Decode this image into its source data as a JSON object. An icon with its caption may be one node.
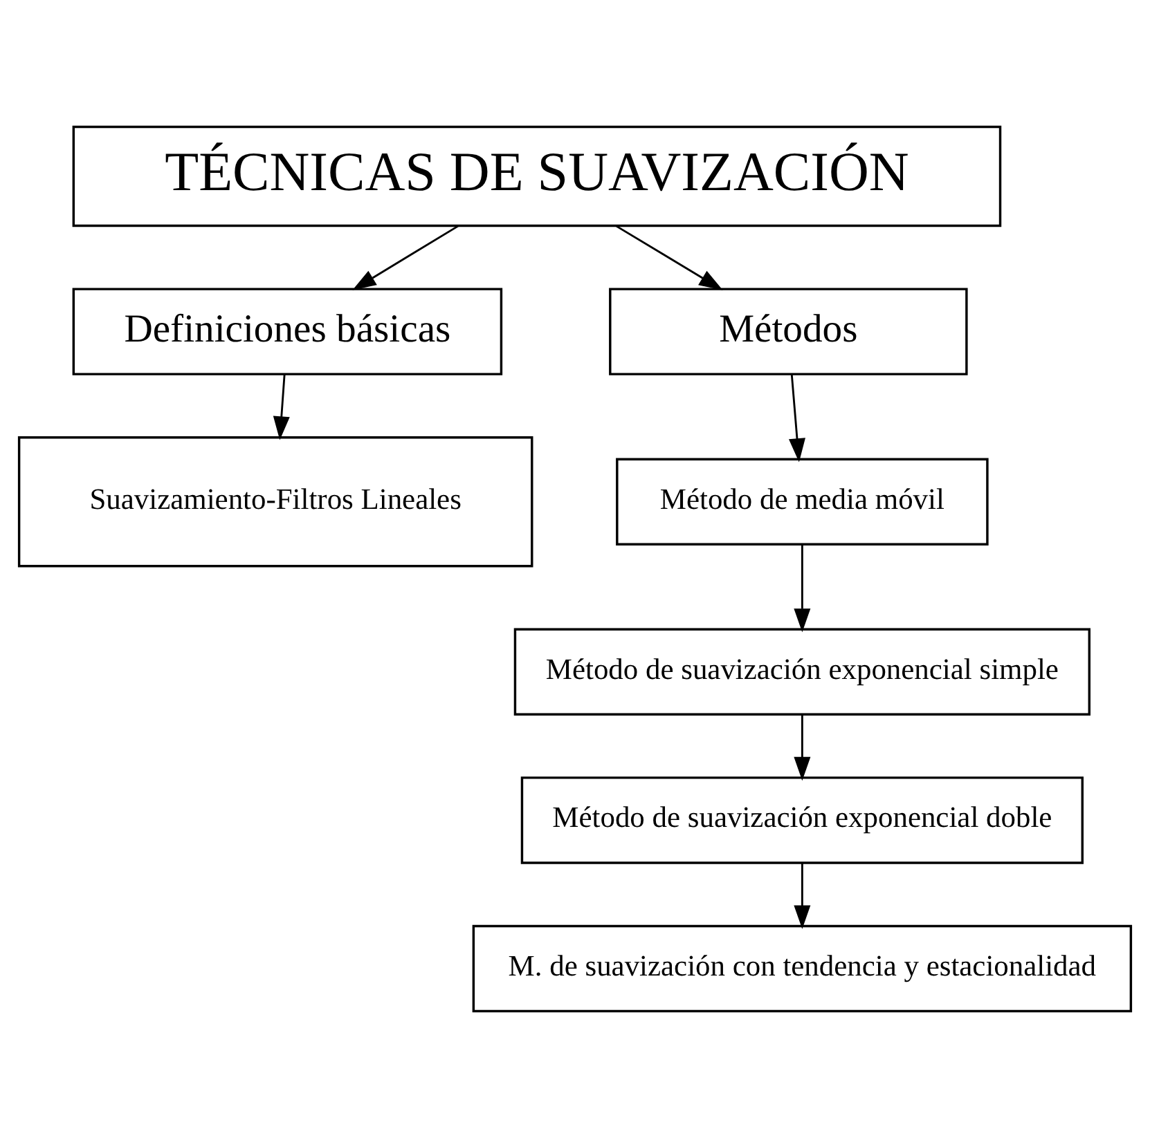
{
  "diagram": {
    "nodes": [
      {
        "text": [
          "TÉCNICAS DE SUAVIZACIÓN"
        ]
      },
      {
        "text": [
          "Definiciones básicas"
        ]
      },
      {
        "text": [
          "Métodos"
        ]
      },
      {
        "text": [
          "Suavizamiento-Filtros Lineales"
        ]
      },
      {
        "text": [
          "Método de media móvil"
        ]
      },
      {
        "text": [
          "Método de suavización exponencial simple"
        ]
      },
      {
        "text": [
          "Método de suavización exponencial doble"
        ]
      },
      {
        "text": [
          "M. de suavización con tendencia y estacionalidad"
        ]
      }
    ],
    "edges": [
      {
        "from": 0,
        "to": 1,
        "arrow": "to"
      },
      {
        "from": 0,
        "to": 2,
        "arrow": "to"
      },
      {
        "from": 1,
        "to": 3,
        "arrow": "to"
      },
      {
        "from": 2,
        "to": 4,
        "arrow": "to"
      },
      {
        "from": 4,
        "to": 5,
        "arrow": "to"
      },
      {
        "from": 5,
        "to": 6,
        "arrow": "to"
      },
      {
        "from": 6,
        "to": 7,
        "arrow": "to"
      }
    ]
  }
}
